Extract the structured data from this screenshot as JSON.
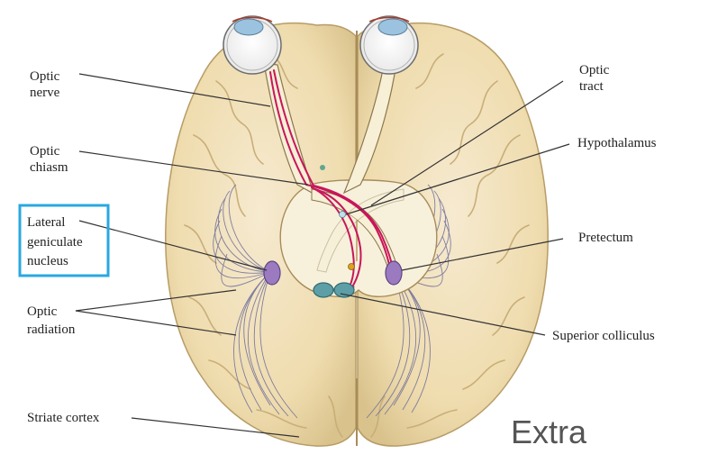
{
  "diagram": {
    "labels": {
      "optic_nerve": [
        "Optic",
        "nerve"
      ],
      "optic_chiasm": [
        "Optic",
        "chiasm"
      ],
      "lateral_geniculate_nucleus": [
        "Lateral",
        "geniculate",
        "nucleus"
      ],
      "optic_radiation": [
        "Optic",
        "radiation"
      ],
      "striate_cortex": "Striate cortex",
      "optic_tract": [
        "Optic",
        "tract"
      ],
      "hypothalamus": "Hypothalamus",
      "pretectum": "Pretectum",
      "superior_colliculus": "Superior colliculus"
    },
    "extra_text": "Extra",
    "highlight_color": "#29a8e0",
    "colors": {
      "brain": "#f1e1b8",
      "pathway": "#c8165a",
      "lgn": "#9b7ac0",
      "colliculus": "#5e9ea6",
      "pretectum_nucleus": "#e0a020",
      "radiation_fibers": "#6c6c9a"
    }
  }
}
